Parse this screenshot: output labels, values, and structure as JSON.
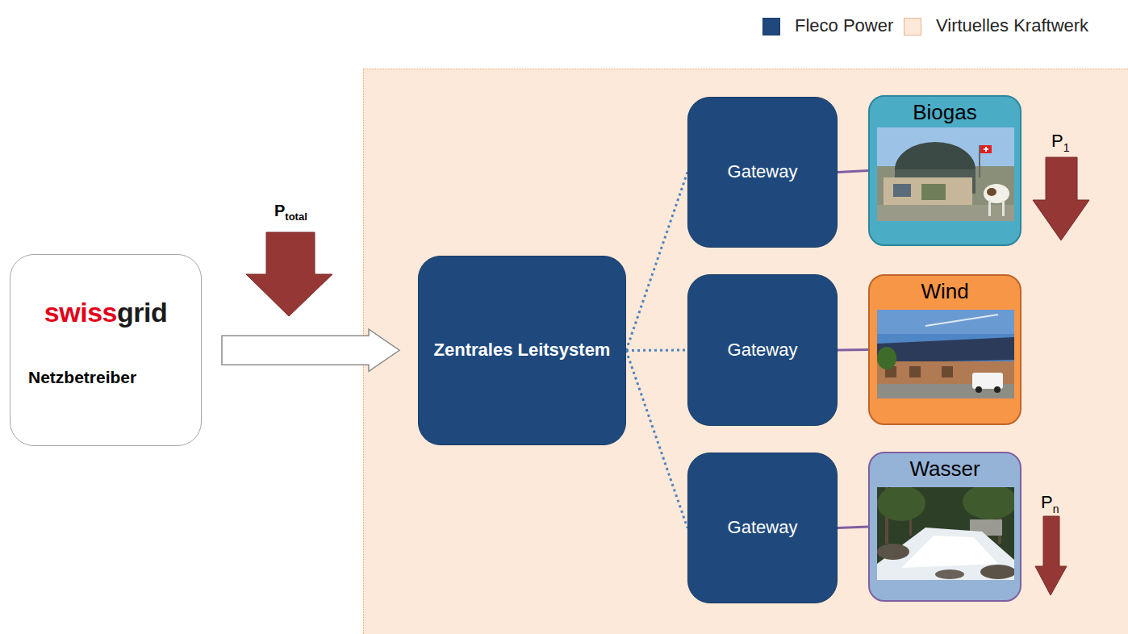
{
  "diagram": {
    "nodes": [
      {
        "text": [
          "swissgrid",
          "Netzbetreiber"
        ]
      },
      {
        "text": [
          "Zentrales Leitsystem"
        ]
      },
      {
        "text": [
          "Gateway"
        ]
      },
      {
        "text": [
          "Biogas"
        ]
      },
      {
        "text": [
          "Gateway"
        ]
      },
      {
        "text": [
          "Wind"
        ]
      },
      {
        "text": [
          "Gateway"
        ]
      },
      {
        "text": [
          "Wasser"
        ]
      }
    ],
    "edges": [
      {
        "from": 0,
        "to": 1,
        "arrow": "to"
      },
      {
        "from": 1,
        "to": 2,
        "arrow": "none"
      },
      {
        "from": 1,
        "to": 4,
        "arrow": "none"
      },
      {
        "from": 1,
        "to": 6,
        "arrow": "none"
      },
      {
        "from": 2,
        "to": 3,
        "arrow": "none"
      },
      {
        "from": 4,
        "to": 5,
        "arrow": "none"
      },
      {
        "from": 6,
        "to": 7,
        "arrow": "none"
      }
    ],
    "labels": [
      "Ptotal",
      "P1",
      "Pn"
    ],
    "legend": [
      {
        "text": "Fleco Power",
        "color": "#1f497d"
      },
      {
        "text": "Virtuelles Kraftwerk",
        "color": "#fde9d9"
      }
    ]
  }
}
